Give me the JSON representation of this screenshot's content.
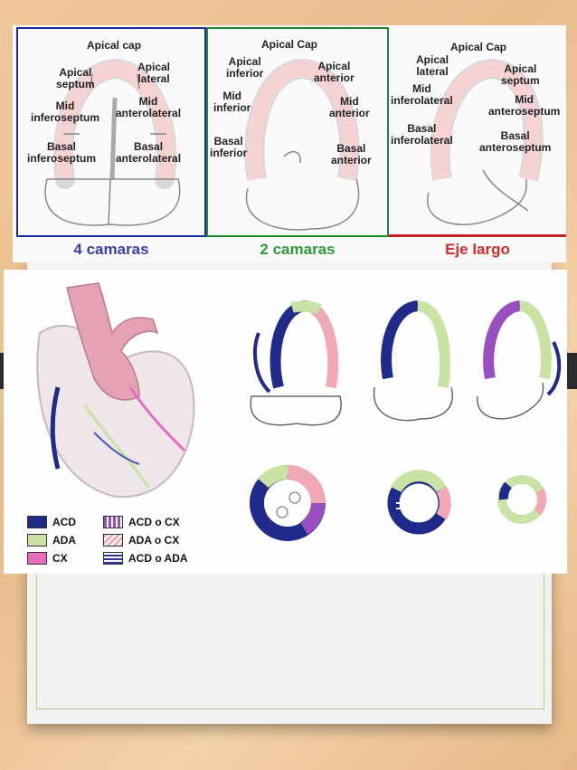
{
  "views": [
    {
      "caption": "4 camaras",
      "color": "#1c2a9e",
      "labels": {
        "apical_cap": "Apical cap",
        "apical_septum": "Apical\nseptum",
        "apical_lateral": "Apical\nlateral",
        "mid_inferoseptum": "Mid\ninferoseptum",
        "mid_anterolateral": "Mid\nanterolateral",
        "basal_inferoseptum": "Basal\ninferoseptum",
        "basal_anterolateral": "Basal\nanterolateral"
      }
    },
    {
      "caption": "2 camaras",
      "color": "#1a8a2a",
      "labels": {
        "apical_cap": "Apical Cap",
        "apical_inferior": "Apical\ninferior",
        "apical_anterior": "Apical\nanterior",
        "mid_inferior": "Mid\ninferior",
        "mid_anterior": "Mid\nanterior",
        "basal_inferior": "Basal\ninferior",
        "basal_anterior": "Basal\nanterior"
      }
    },
    {
      "caption": "Eje largo",
      "color": "#c8202a",
      "labels": {
        "apical_cap": "Apical Cap",
        "apical_lateral": "Apical\nlateral",
        "apical_septum": "Apical\nseptum",
        "mid_inferolateral": "Mid\ninferolateral",
        "mid_anteroseptum": "Mid\nanteroseptum",
        "basal_inferolateral": "Basal\ninferolateral",
        "basal_anteroseptum": "Basal\nanteroseptum"
      }
    }
  ],
  "legend": [
    {
      "label": "ACD",
      "color": "#1f2a8a",
      "pattern": "solid"
    },
    {
      "label": "ACD o CX",
      "color": "#9a4fc0",
      "pattern": "stripe-v"
    },
    {
      "label": "ADA",
      "color": "#c9e3a4",
      "pattern": "solid"
    },
    {
      "label": "ADA o CX",
      "color": "#f2a8b4",
      "pattern": "stripe-d"
    },
    {
      "label": "CX",
      "color": "#e86cbf",
      "pattern": "solid"
    },
    {
      "label": "ACD o ADA",
      "color": "#2b3a9a",
      "pattern": "stripe-h"
    }
  ],
  "colors": {
    "acd": "#1f2a8a",
    "ada": "#c9e3a4",
    "cx": "#e86cbf",
    "myocardium": "#f6d8d8"
  }
}
